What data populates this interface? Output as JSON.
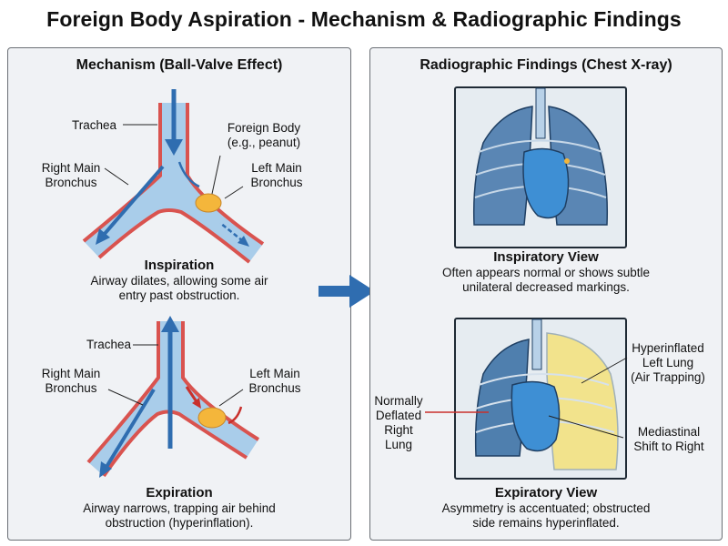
{
  "title": "Foreign Body Aspiration - Mechanism & Radiographic Findings",
  "mechanism": {
    "heading": "Mechanism (Ball-Valve Effect)",
    "inspiration": {
      "trachea_label": "Trachea",
      "foreign_body_label": "Foreign Body\n(e.g., peanut)",
      "right_bronchus_label": "Right Main\nBronchus",
      "left_bronchus_label": "Left Main\nBronchus",
      "stage_title": "Inspiration",
      "stage_desc": "Airway dilates, allowing some air\nentry past obstruction."
    },
    "expiration": {
      "trachea_label": "Trachea",
      "right_bronchus_label": "Right Main\nBronchus",
      "left_bronchus_label": "Left Main\nBronchus",
      "stage_title": "Expiration",
      "stage_desc": "Airway narrows, trapping air behind\nobstruction (hyperinflation)."
    }
  },
  "radiographic": {
    "heading": "Radiographic Findings (Chest X-ray)",
    "inspiratory": {
      "stage_title": "Inspiratory View",
      "stage_desc": "Often appears normal or shows subtle\nunilateral decreased markings."
    },
    "expiratory": {
      "hyperinflated_label": "Hyperinflated\nLeft Lung\n(Air Trapping)",
      "deflated_label": "Normally\nDeflated\nRight Lung",
      "shift_label": "Mediastinal\nShift to Right",
      "stage_title": "Expiratory View",
      "stage_desc": "Asymmetry is accentuated; obstructed\nside remains hyperinflated."
    }
  },
  "colors": {
    "airway_fill": "#a9cdea",
    "airway_wall": "#d9534f",
    "arrow_blue": "#2f6db0",
    "foreign_body": "#f4b63b",
    "expiration_arrow": "#c9302c",
    "hyperinflation": "#f3e27a"
  }
}
